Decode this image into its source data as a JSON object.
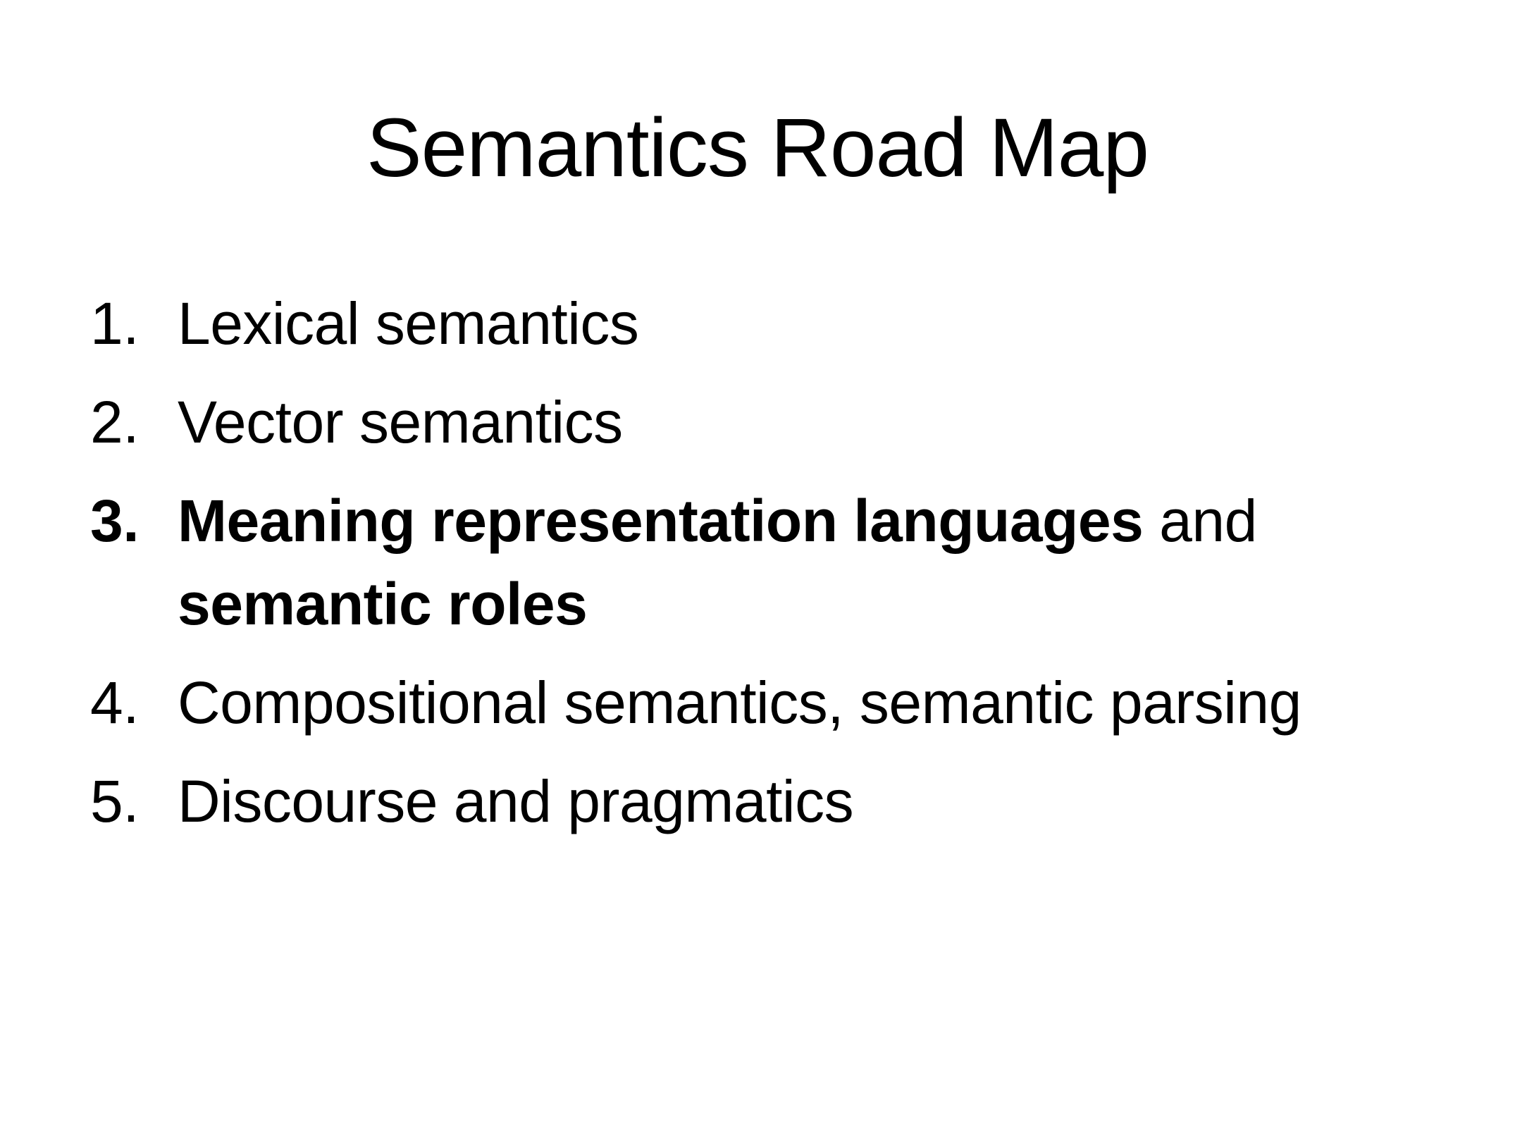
{
  "slide": {
    "title": "Semantics Road Map",
    "items": [
      {
        "number": "1.",
        "text": "Lexical semantics"
      },
      {
        "number": "2.",
        "text": "Vector semantics"
      },
      {
        "number": "3.",
        "bold_a": "Meaning representation languages",
        "mid": " and ",
        "bold_b": "semantic roles"
      },
      {
        "number": "4.",
        "text": "Compositional semantics, semantic parsing"
      },
      {
        "number": "5.",
        "text": "Discourse and pragmatics"
      }
    ]
  }
}
